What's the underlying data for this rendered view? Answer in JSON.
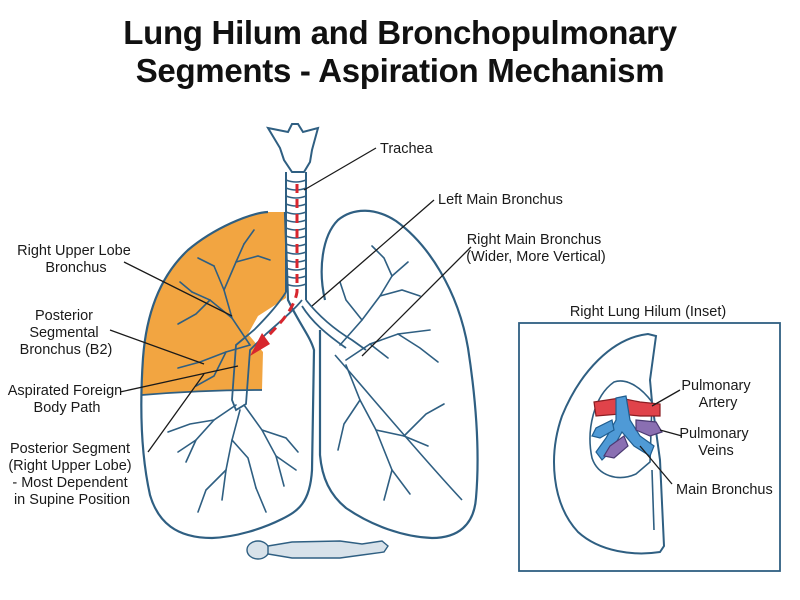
{
  "title": {
    "line1": "Lung Hilum and Bronchopulmonary",
    "line2": "Segments - Aspiration Mechanism"
  },
  "labels": {
    "trachea": "Trachea",
    "left_main_bronchus": "Left Main Bronchus",
    "right_main_bronchus": [
      "Right Main Bronchus",
      "(Wider, More Vertical)"
    ],
    "right_upper_lobe_bronchus": [
      "Right Upper Lobe",
      "Bronchus"
    ],
    "posterior_segmental_bronchus": [
      "Posterior",
      "Segmental",
      "Bronchus (B2)"
    ],
    "aspirated_foreign_body_path": [
      "Aspirated Foreign",
      "Body Path"
    ],
    "posterior_segment": [
      "Posterior Segment",
      "(Right Upper Lobe)",
      "- Most Dependent",
      "in Supine Position"
    ]
  },
  "inset": {
    "title": "Right Lung Hilum (Inset)",
    "pulmonary_artery": [
      "Pulmonary",
      "Artery"
    ],
    "pulmonary_veins": [
      "Pulmonary",
      "Veins"
    ],
    "main_bronchus": "Main Bronchus"
  },
  "colors": {
    "outline": "#2f5f82",
    "segment_fill": "#f2a541",
    "aspiration_path": "#d7262e",
    "artery": "#e0434a",
    "vein": "#8a6fb2",
    "bronchus": "#4f9ad6"
  }
}
